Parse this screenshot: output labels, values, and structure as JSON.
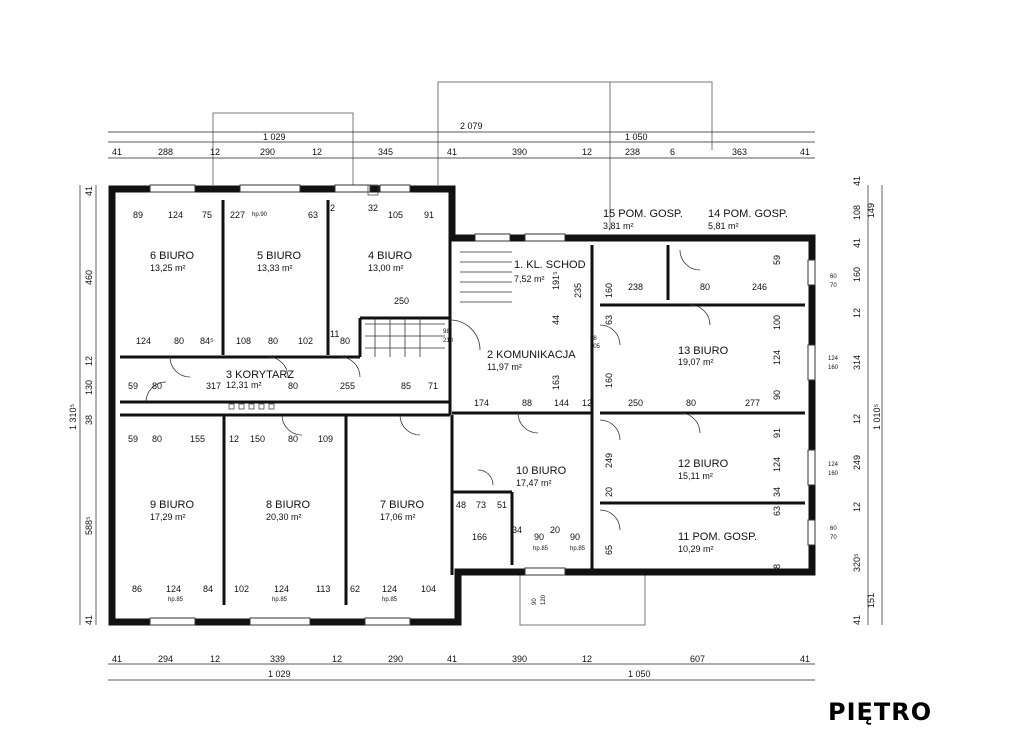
{
  "page_title": "PIĘTRO",
  "overall_dims": {
    "total_width": "2 079",
    "left_width": "1 029",
    "right_width": "1 050",
    "left_height": "1 310⁵",
    "right_height": "1 010⁵"
  },
  "top_dims": [
    "41",
    "288",
    "12",
    "290",
    "12",
    "345",
    "41",
    "390",
    "12",
    "238",
    "6",
    "363",
    "41"
  ],
  "bottom_dims": [
    "41",
    "294",
    "12",
    "339",
    "12",
    "290",
    "41",
    "390",
    "12",
    "607",
    "41"
  ],
  "left_dims": [
    "41",
    "460",
    "12",
    "130",
    "38",
    "588⁵",
    "41"
  ],
  "right_dims": [
    "41",
    "108",
    "149",
    "41",
    "160",
    "12",
    "314",
    "12",
    "249",
    "12",
    "320⁵",
    "151",
    "41"
  ],
  "rooms": {
    "r1": {
      "name": "1. KL. SCHOD",
      "area": "7,52 m²"
    },
    "r2": {
      "name": "2 KOMUNIKACJA",
      "area": "11,97 m²"
    },
    "r3": {
      "name": "3 KORYTARZ",
      "area": "12,31 m²"
    },
    "r4": {
      "name": "4 BIURO",
      "area": "13,00 m²"
    },
    "r5": {
      "name": "5 BIURO",
      "area": "13,33 m²"
    },
    "r6": {
      "name": "6 BIURO",
      "area": "13,25 m²"
    },
    "r7": {
      "name": "7 BIURO",
      "area": "17,06 m²"
    },
    "r8": {
      "name": "8  BIURO",
      "area": "20,30 m²"
    },
    "r9": {
      "name": "9 BIURO",
      "area": "17,29 m²"
    },
    "r10": {
      "name": "10 BIURO",
      "area": "17,47 m²"
    },
    "r11": {
      "name": "11 POM. GOSP.",
      "area": "10,29 m²"
    },
    "r12": {
      "name": "12 BIURO",
      "area": "15,11 m²"
    },
    "r13": {
      "name": "13 BIURO",
      "area": "19,07 m²"
    },
    "r14": {
      "name": "14 POM. GOSP.",
      "area": "5,81 m²"
    },
    "r15": {
      "name": "15 POM. GOSP.",
      "area": "3,81 m²"
    }
  },
  "inner_dims": {
    "r6_top": [
      "89",
      "124",
      "75"
    ],
    "r5_top": [
      "227",
      "hp.90",
      "63"
    ],
    "r4_top": [
      "2",
      "32",
      "105",
      "91"
    ],
    "r6_bottom": [
      "124",
      "80",
      "84⁵"
    ],
    "r5_bottom": [
      "108",
      "80",
      "102"
    ],
    "r4_wall": [
      "250",
      "11",
      "80"
    ],
    "corr": [
      "59",
      "80",
      "317",
      "80",
      "255",
      "85",
      "71"
    ],
    "lower_top": [
      "59",
      "80",
      "155",
      "12",
      "150",
      "80",
      "109"
    ],
    "lower_bottom": [
      "86",
      "124",
      "84",
      "102",
      "124",
      "113",
      "62",
      "124",
      "104"
    ],
    "mid_corr": [
      "174",
      "88",
      "144",
      "12",
      "250",
      "80",
      "277"
    ],
    "r10": [
      "48",
      "73",
      "51",
      "166",
      "34",
      "90",
      "20",
      "90"
    ],
    "right_side": [
      "60",
      "70",
      "124",
      "160",
      "124",
      "160",
      "60",
      "70"
    ],
    "r14": [
      "238",
      "80",
      "246",
      "59"
    ],
    "misc": [
      "88",
      "205",
      "98",
      "210",
      "163",
      "44",
      "235",
      "191⁵",
      "160",
      "63",
      "100",
      "124",
      "90",
      "91",
      "124",
      "34",
      "63",
      "58",
      "65",
      "20",
      "249",
      "160"
    ],
    "window": [
      "hp.85",
      "hp.85",
      "hp.85",
      "hp.85",
      "hp.85",
      "90",
      "120"
    ]
  }
}
